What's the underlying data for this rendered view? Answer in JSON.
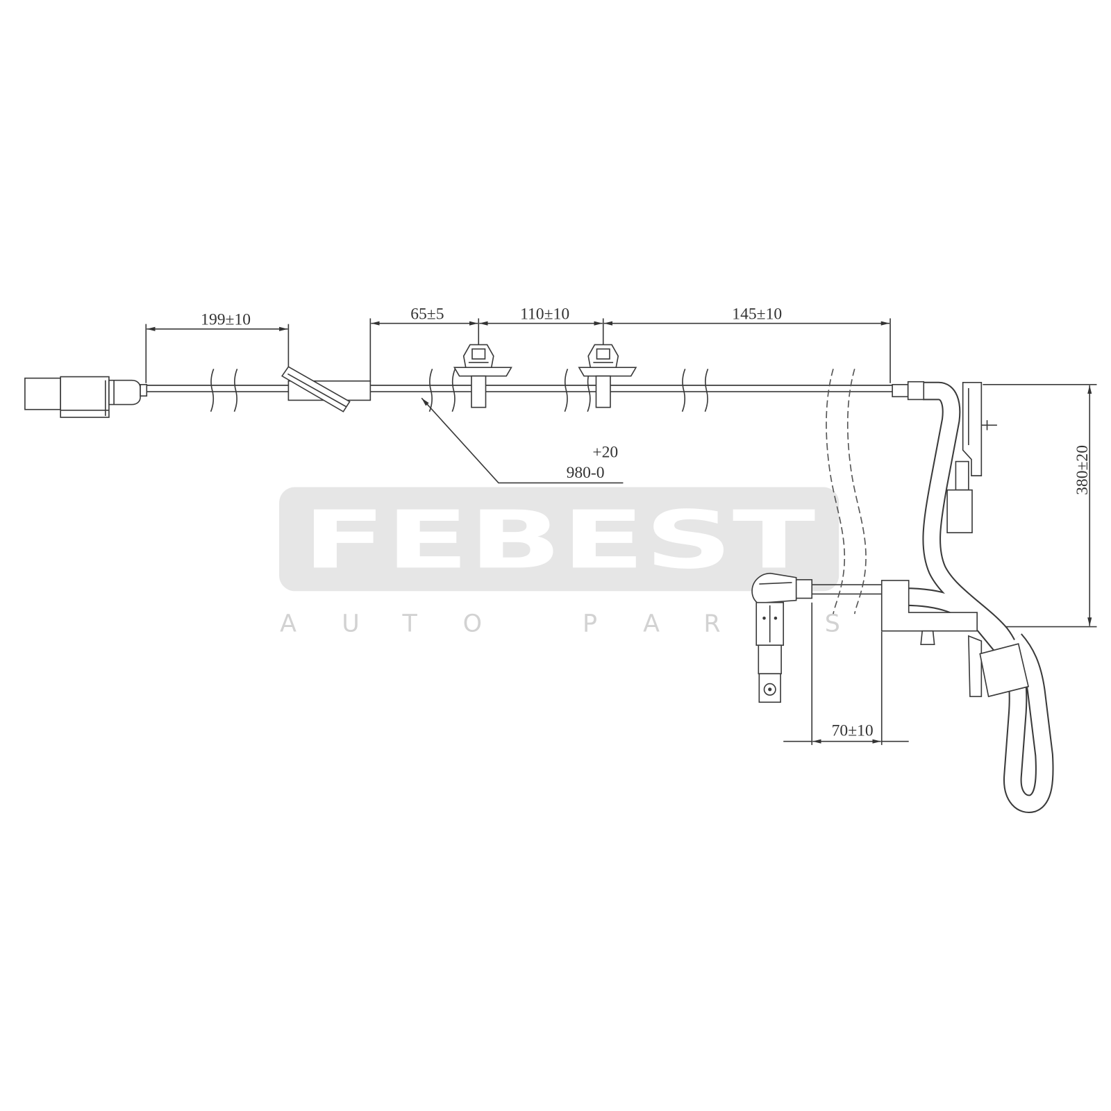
{
  "watermark": {
    "brand": "FEBEST",
    "tagline": "AUTO PARTS"
  },
  "dimensions": {
    "connector_to_grommet": "199±10",
    "grommet_to_clip_1": "65±5",
    "clip_1_to_clip_2": "110±10",
    "clip_2_to_end": "145±10",
    "total_length_tolerance": "+20",
    "total_length": "980-0",
    "vertical_drop": "380±20",
    "sensor_offset": "70±10"
  },
  "colors": {
    "line": "#3a3a3a",
    "watermark_badge": "#e6e6e6",
    "watermark_tagline": "#d2d2d2"
  }
}
